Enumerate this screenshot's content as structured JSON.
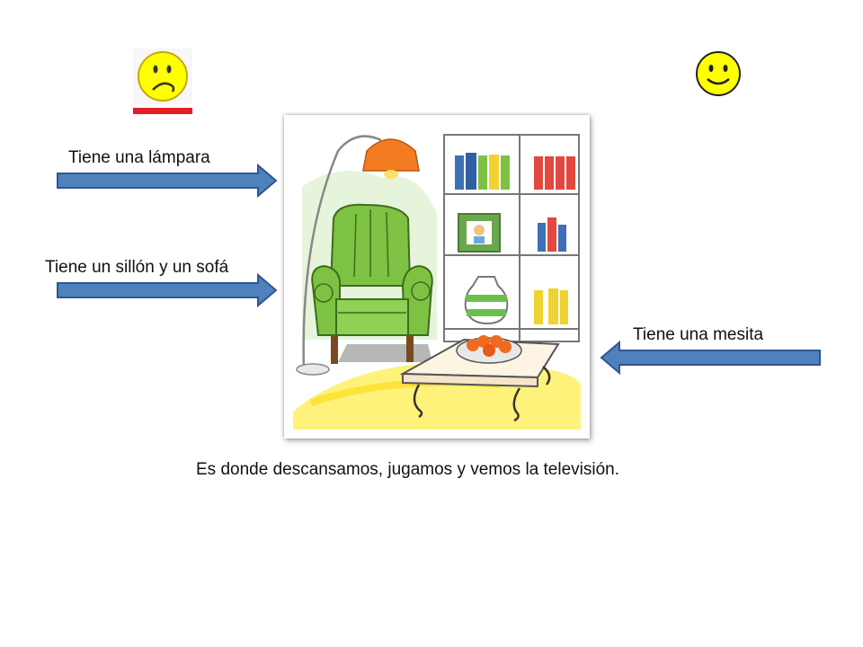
{
  "labels": {
    "lamp": "Tiene una lámpara",
    "armchair_sofa": "Tiene un sillón y un sofá",
    "table": "Tiene una mesita"
  },
  "caption": "Es donde descansamos, jugamos y vemos la televisión.",
  "icons": {
    "sad": "sad-face-icon",
    "happy": "happy-face-icon",
    "arrow": "arrow-icon"
  },
  "colors": {
    "arrow_fill": "#4f81bd",
    "arrow_stroke": "#2f5597",
    "sad_face": "#ffff00",
    "sad_bar": "#e31e24",
    "armchair": "#7dc242",
    "lamp": "#f47c20"
  }
}
